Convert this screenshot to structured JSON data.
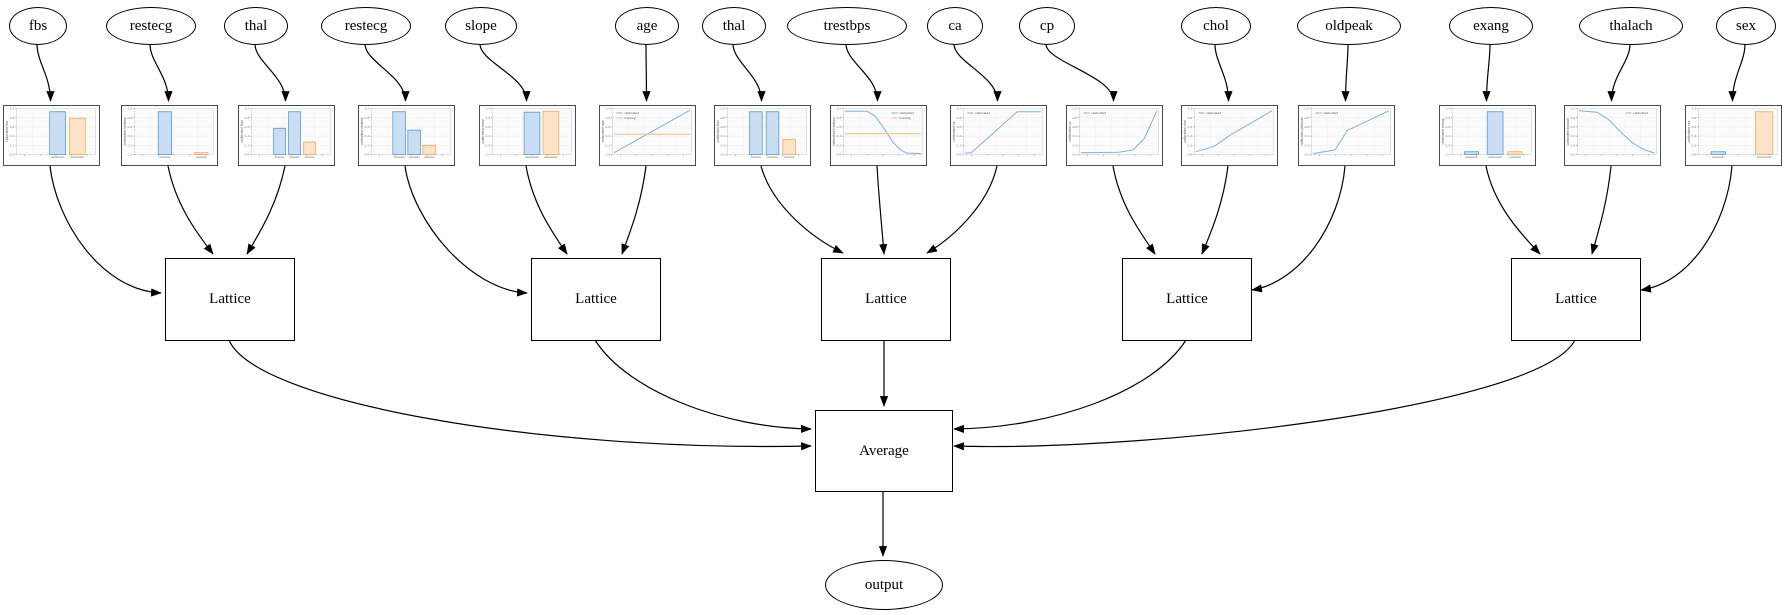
{
  "diagram": {
    "kind": "lattice-ensemble-model-graph",
    "background": "#ffffff",
    "node_border_color": "#000000",
    "edge_color": "#000000"
  },
  "colors": {
    "bar_blue_fill": "#c9def2",
    "bar_blue_edge": "#5a9bd4",
    "bar_orange_fill": "#fde3c8",
    "bar_orange_edge": "#f3a860",
    "line_blue": "#7fb2e1",
    "line_orange": "#fcbd7f",
    "chart_frame": "#4a4a4a",
    "grid": "#ececec"
  },
  "nodes": {
    "features": [
      {
        "id": "f01",
        "label": "fbs"
      },
      {
        "id": "f02",
        "label": "restecg"
      },
      {
        "id": "f03",
        "label": "thal"
      },
      {
        "id": "f04",
        "label": "restecg"
      },
      {
        "id": "f05",
        "label": "slope"
      },
      {
        "id": "f06",
        "label": "age"
      },
      {
        "id": "f07",
        "label": "thal"
      },
      {
        "id": "f08",
        "label": "trestbps"
      },
      {
        "id": "f09",
        "label": "ca"
      },
      {
        "id": "f10",
        "label": "cp"
      },
      {
        "id": "f11",
        "label": "chol"
      },
      {
        "id": "f12",
        "label": "oldpeak"
      },
      {
        "id": "f13",
        "label": "exang"
      },
      {
        "id": "f14",
        "label": "thalach"
      },
      {
        "id": "f15",
        "label": "sex"
      }
    ],
    "lattices": [
      {
        "id": "l1",
        "label": "Lattice"
      },
      {
        "id": "l2",
        "label": "Lattice"
      },
      {
        "id": "l3",
        "label": "Lattice"
      },
      {
        "id": "l4",
        "label": "Lattice"
      },
      {
        "id": "l5",
        "label": "Lattice"
      }
    ],
    "combiner": {
      "id": "avg",
      "label": "Average"
    },
    "output": {
      "id": "out",
      "label": "output"
    }
  },
  "axis": {
    "yticks": [
      "1.0",
      "0.8",
      "0.6",
      "0.4",
      "0.2",
      "0.0"
    ]
  },
  "chart_data": [
    {
      "id": "c01",
      "feature": "fbs",
      "type": "bar",
      "ylabel": "calibrated fbs",
      "ylim": [
        0,
        1
      ],
      "bars": [
        {
          "series": "calibrated",
          "color": "blue",
          "x": 0.42,
          "w": 0.2,
          "h": 0.93
        },
        {
          "series": "missing",
          "color": "orange",
          "x": 0.67,
          "w": 0.2,
          "h": 0.79
        }
      ]
    },
    {
      "id": "c02",
      "feature": "restecg",
      "type": "bar",
      "ylabel": "calibrated restecg",
      "ylim": [
        0,
        1
      ],
      "bars": [
        {
          "series": "calibrated",
          "color": "blue",
          "x": 0.3,
          "w": 0.17,
          "h": 0.93
        },
        {
          "series": "missing",
          "color": "orange",
          "x": 0.76,
          "w": 0.17,
          "h": 0.04
        }
      ]
    },
    {
      "id": "c03",
      "feature": "thal",
      "type": "bar",
      "ylabel": "calibrated thal",
      "ylim": [
        0,
        1
      ],
      "bars": [
        {
          "series": "calibrated",
          "color": "blue",
          "x": 0.28,
          "w": 0.15,
          "h": 0.57
        },
        {
          "series": "calibrated",
          "color": "blue",
          "x": 0.47,
          "w": 0.15,
          "h": 0.93
        },
        {
          "series": "missing",
          "color": "orange",
          "x": 0.66,
          "w": 0.15,
          "h": 0.27
        }
      ]
    },
    {
      "id": "c04",
      "feature": "restecg",
      "type": "bar",
      "ylabel": "calibrated restecg",
      "ylim": [
        0,
        1
      ],
      "bars": [
        {
          "series": "calibrated",
          "color": "blue",
          "x": 0.27,
          "w": 0.16,
          "h": 0.93
        },
        {
          "series": "calibrated",
          "color": "blue",
          "x": 0.46,
          "w": 0.16,
          "h": 0.53
        },
        {
          "series": "missing",
          "color": "orange",
          "x": 0.65,
          "w": 0.16,
          "h": 0.2
        }
      ]
    },
    {
      "id": "c05",
      "feature": "slope",
      "type": "bar",
      "ylabel": "calibrated slope",
      "ylim": [
        0,
        1
      ],
      "bars": [
        {
          "series": "calibrated",
          "color": "blue",
          "x": 0.4,
          "w": 0.2,
          "h": 0.92
        },
        {
          "series": "missing",
          "color": "orange",
          "x": 0.64,
          "w": 0.2,
          "h": 0.94
        }
      ]
    },
    {
      "id": "c06",
      "feature": "age",
      "type": "line",
      "ylabel": "calibrated age",
      "ylim": [
        0,
        1
      ],
      "legend": {
        "position": "top-left",
        "items": [
          "calibrated",
          "missing"
        ]
      },
      "lines": [
        {
          "series": "calibrated",
          "color": "blue",
          "points": [
            [
              0.02,
              0.04
            ],
            [
              0.98,
              0.96
            ]
          ]
        },
        {
          "series": "missing",
          "color": "orange",
          "points": [
            [
              0.02,
              0.44
            ],
            [
              0.98,
              0.44
            ]
          ]
        }
      ]
    },
    {
      "id": "c07",
      "feature": "thal",
      "type": "bar",
      "ylabel": "calibrated thal",
      "ylim": [
        0,
        1
      ],
      "bars": [
        {
          "series": "calibrated",
          "color": "blue",
          "x": 0.28,
          "w": 0.16,
          "h": 0.93
        },
        {
          "series": "calibrated",
          "color": "blue",
          "x": 0.49,
          "w": 0.16,
          "h": 0.93
        },
        {
          "series": "missing",
          "color": "orange",
          "x": 0.7,
          "w": 0.16,
          "h": 0.33
        }
      ]
    },
    {
      "id": "c08",
      "feature": "trestbps",
      "type": "line",
      "ylabel": "calibrated trestbps",
      "ylim": [
        0,
        1
      ],
      "legend": {
        "position": "top-right",
        "items": [
          "calibrated",
          "missing"
        ]
      },
      "lines": [
        {
          "series": "calibrated",
          "color": "blue",
          "points": [
            [
              0.02,
              0.94
            ],
            [
              0.3,
              0.94
            ],
            [
              0.4,
              0.84
            ],
            [
              0.52,
              0.55
            ],
            [
              0.62,
              0.28
            ],
            [
              0.72,
              0.1
            ],
            [
              0.8,
              0.03
            ],
            [
              0.98,
              0.02
            ]
          ]
        },
        {
          "series": "missing",
          "color": "orange",
          "points": [
            [
              0.02,
              0.45
            ],
            [
              0.98,
              0.45
            ]
          ]
        }
      ]
    },
    {
      "id": "c09",
      "feature": "ca",
      "type": "line",
      "ylabel": "calibrated ca",
      "ylim": [
        0,
        1
      ],
      "legend": {
        "position": "top-left",
        "items": [
          "calibrated"
        ]
      },
      "lines": [
        {
          "series": "calibrated",
          "color": "blue",
          "points": [
            [
              0.02,
              0.03
            ],
            [
              0.1,
              0.04
            ],
            [
              0.68,
              0.93
            ],
            [
              0.98,
              0.93
            ]
          ]
        }
      ]
    },
    {
      "id": "c10",
      "feature": "cp",
      "type": "line",
      "ylabel": "calibrated cp",
      "ylim": [
        0,
        1
      ],
      "legend": {
        "position": "top-left",
        "items": [
          "calibrated"
        ]
      },
      "lines": [
        {
          "series": "calibrated",
          "color": "blue",
          "points": [
            [
              0.02,
              0.04
            ],
            [
              0.5,
              0.05
            ],
            [
              0.68,
              0.1
            ],
            [
              0.82,
              0.35
            ],
            [
              0.98,
              0.95
            ]
          ]
        }
      ]
    },
    {
      "id": "c11",
      "feature": "chol",
      "type": "line",
      "ylabel": "calibrated chol",
      "ylim": [
        0,
        1
      ],
      "legend": {
        "position": "top-left",
        "items": [
          "calibrated"
        ]
      },
      "lines": [
        {
          "series": "calibrated",
          "color": "blue",
          "points": [
            [
              0.02,
              0.06
            ],
            [
              0.25,
              0.18
            ],
            [
              0.45,
              0.42
            ],
            [
              0.98,
              0.95
            ]
          ]
        }
      ]
    },
    {
      "id": "c12",
      "feature": "oldpeak",
      "type": "line",
      "ylabel": "calibrated oldpeak",
      "ylim": [
        0,
        1
      ],
      "legend": {
        "position": "top-left",
        "items": [
          "calibrated"
        ]
      },
      "lines": [
        {
          "series": "calibrated",
          "color": "blue",
          "points": [
            [
              0.02,
              0.02
            ],
            [
              0.3,
              0.1
            ],
            [
              0.45,
              0.52
            ],
            [
              0.98,
              0.95
            ]
          ]
        }
      ]
    },
    {
      "id": "c13",
      "feature": "exang",
      "type": "bar",
      "ylabel": "calibrated exang",
      "ylim": [
        0,
        1
      ],
      "bars": [
        {
          "series": "calibrated",
          "color": "blue",
          "x": 0.15,
          "w": 0.18,
          "h": 0.06
        },
        {
          "series": "calibrated",
          "color": "blue",
          "x": 0.44,
          "w": 0.2,
          "h": 0.93
        },
        {
          "series": "missing",
          "color": "orange",
          "x": 0.7,
          "w": 0.18,
          "h": 0.06
        }
      ]
    },
    {
      "id": "c14",
      "feature": "thalach",
      "type": "line",
      "ylabel": "calibrated thalach",
      "ylim": [
        0,
        1
      ],
      "legend": {
        "position": "top-right",
        "items": [
          "calibrated"
        ]
      },
      "lines": [
        {
          "series": "calibrated",
          "color": "blue",
          "points": [
            [
              0.02,
              0.95
            ],
            [
              0.25,
              0.92
            ],
            [
              0.4,
              0.75
            ],
            [
              0.55,
              0.48
            ],
            [
              0.7,
              0.25
            ],
            [
              0.85,
              0.1
            ],
            [
              0.98,
              0.03
            ]
          ]
        }
      ]
    },
    {
      "id": "c15",
      "feature": "sex",
      "type": "bar",
      "ylabel": "calibrated sex",
      "ylim": [
        0,
        1
      ],
      "bars": [
        {
          "series": "calibrated",
          "color": "blue",
          "x": 0.16,
          "w": 0.18,
          "h": 0.06
        },
        {
          "series": "missing",
          "color": "orange",
          "x": 0.72,
          "w": 0.22,
          "h": 0.93
        }
      ]
    }
  ],
  "edges": [
    {
      "from": "f01",
      "to": "c01"
    },
    {
      "from": "f02",
      "to": "c02"
    },
    {
      "from": "f03",
      "to": "c03"
    },
    {
      "from": "f04",
      "to": "c04"
    },
    {
      "from": "f05",
      "to": "c05"
    },
    {
      "from": "f06",
      "to": "c06"
    },
    {
      "from": "f07",
      "to": "c07"
    },
    {
      "from": "f08",
      "to": "c08"
    },
    {
      "from": "f09",
      "to": "c09"
    },
    {
      "from": "f10",
      "to": "c10"
    },
    {
      "from": "f11",
      "to": "c11"
    },
    {
      "from": "f12",
      "to": "c12"
    },
    {
      "from": "f13",
      "to": "c13"
    },
    {
      "from": "f14",
      "to": "c14"
    },
    {
      "from": "f15",
      "to": "c15"
    },
    {
      "from": "c01",
      "to": "l1"
    },
    {
      "from": "c02",
      "to": "l1"
    },
    {
      "from": "c03",
      "to": "l1"
    },
    {
      "from": "c04",
      "to": "l2"
    },
    {
      "from": "c05",
      "to": "l2"
    },
    {
      "from": "c06",
      "to": "l2"
    },
    {
      "from": "c07",
      "to": "l3"
    },
    {
      "from": "c08",
      "to": "l3"
    },
    {
      "from": "c09",
      "to": "l3"
    },
    {
      "from": "c10",
      "to": "l4"
    },
    {
      "from": "c11",
      "to": "l4"
    },
    {
      "from": "c12",
      "to": "l4"
    },
    {
      "from": "c13",
      "to": "l5"
    },
    {
      "from": "c14",
      "to": "l5"
    },
    {
      "from": "c15",
      "to": "l5"
    },
    {
      "from": "l1",
      "to": "avg"
    },
    {
      "from": "l2",
      "to": "avg"
    },
    {
      "from": "l3",
      "to": "avg"
    },
    {
      "from": "l4",
      "to": "avg"
    },
    {
      "from": "l5",
      "to": "avg"
    },
    {
      "from": "avg",
      "to": "out"
    }
  ]
}
